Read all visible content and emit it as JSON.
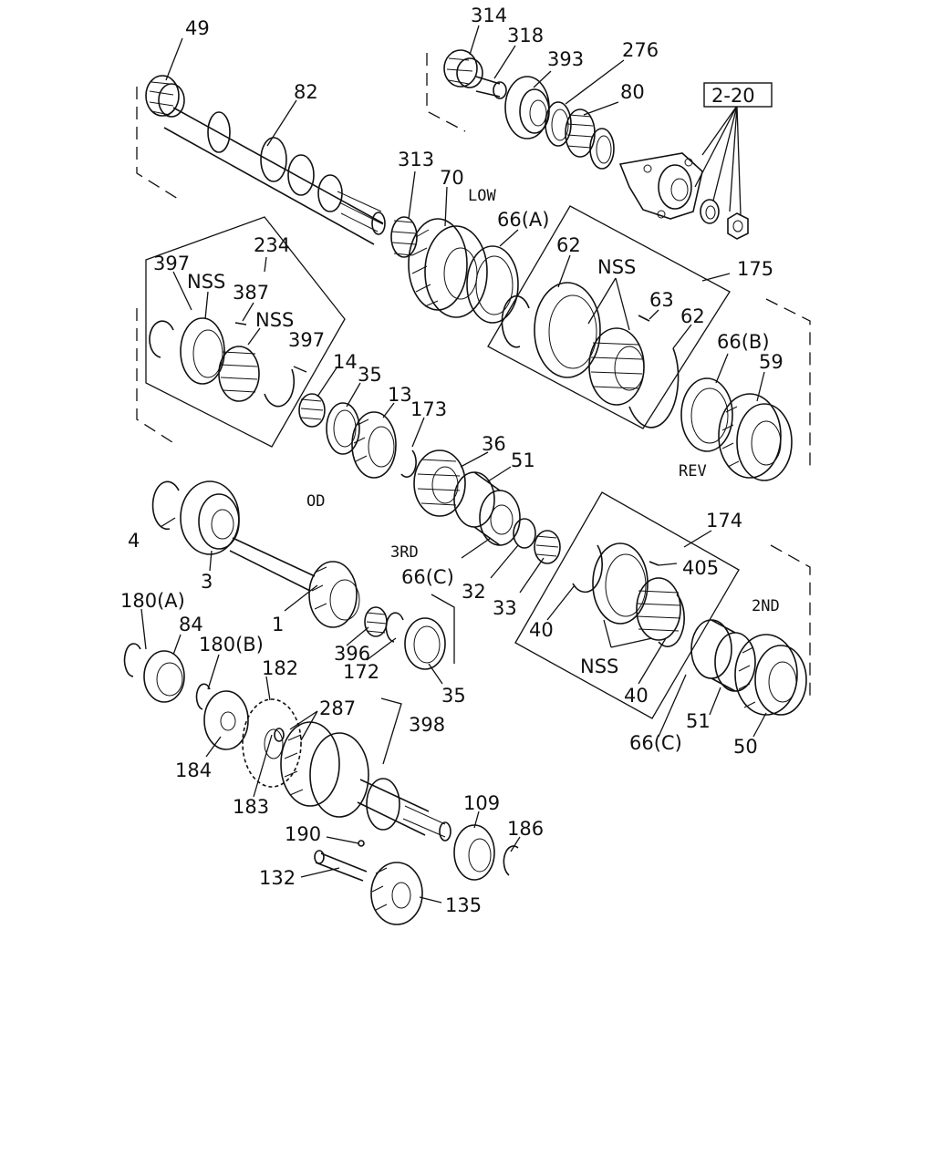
{
  "callouts": {
    "c49": "49",
    "c82": "82",
    "c314": "314",
    "c318": "318",
    "c393": "393",
    "c276": "276",
    "c80": "80",
    "c2_20": "2-20",
    "c313": "313",
    "c70": "70",
    "c66a": "66(A)",
    "c234": "234",
    "c397a": "397",
    "c387": "387",
    "c397b": "397",
    "c14": "14",
    "c35a": "35",
    "c13": "13",
    "c173": "173",
    "c62a": "62",
    "c63": "63",
    "c62b": "62",
    "c175": "175",
    "c66b": "66(B)",
    "c59": "59",
    "c36": "36",
    "c51a": "51",
    "c4": "4",
    "c3": "3",
    "c1": "1",
    "c66c_a": "66(C)",
    "c32": "32",
    "c33": "33",
    "c174": "174",
    "c405": "405",
    "c40a": "40",
    "c40b": "40",
    "c396": "396",
    "c172": "172",
    "c35b": "35",
    "c180a": "180(A)",
    "c84": "84",
    "c180b": "180(B)",
    "c182": "182",
    "c287": "287",
    "c398": "398",
    "c184": "184",
    "c183": "183",
    "c109": "109",
    "c186": "186",
    "c190": "190",
    "c132": "132",
    "c135": "135",
    "c51b": "51",
    "c66c_b": "66(C)",
    "c50": "50"
  },
  "notes": {
    "nss1": "NSS",
    "nss2": "NSS",
    "nss3": "NSS",
    "nss4": "NSS",
    "low": "LOW",
    "rev": "REV",
    "od": "OD",
    "third": "3RD",
    "second": "2ND"
  }
}
